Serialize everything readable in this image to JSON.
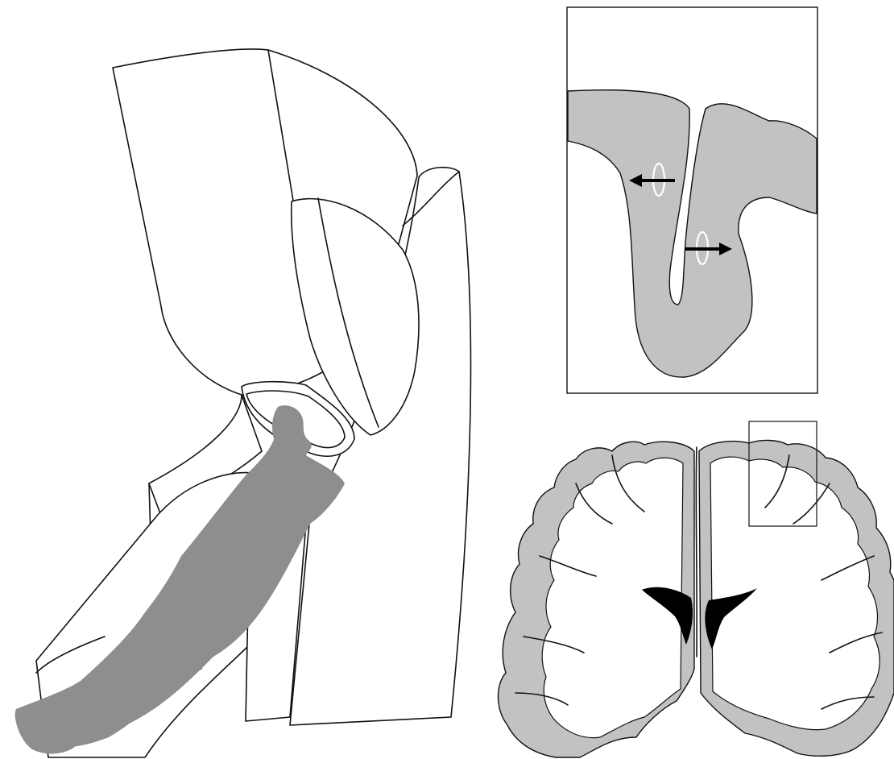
{
  "figure": {
    "panels": [
      "meg-scanner-illustration",
      "cortex-sulcus-detail-inset",
      "coronal-brain-section"
    ],
    "colors": {
      "line": "#111111",
      "background": "#ffffff",
      "gray_matter": "#c2c2c5",
      "person_silhouette": "#8e8e8e",
      "ventricles": "#000000",
      "current_loop": "#ffffff"
    },
    "icons": [
      "arrow-left-icon",
      "arrow-right-icon",
      "current-loop-icon"
    ]
  }
}
